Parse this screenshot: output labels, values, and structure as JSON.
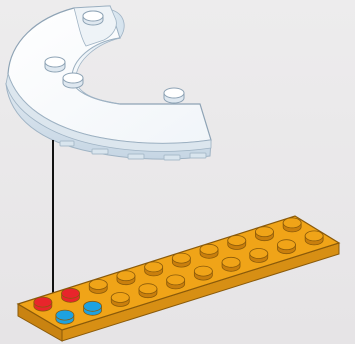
{
  "instruction_step": {
    "parts": [
      {
        "name": "white-macaroni-plate",
        "color": "#ffffff",
        "shadow_color": "#c9d9e6"
      },
      {
        "name": "orange-plate-2x10",
        "color": "#f0a418",
        "shadow_color": "#c97f0d"
      }
    ],
    "markers": [
      {
        "name": "red-stud-marker",
        "color": "#e8252b"
      },
      {
        "name": "blue-stud-marker",
        "color": "#1ea2e0"
      }
    ],
    "connector_line_color": "#111111"
  }
}
